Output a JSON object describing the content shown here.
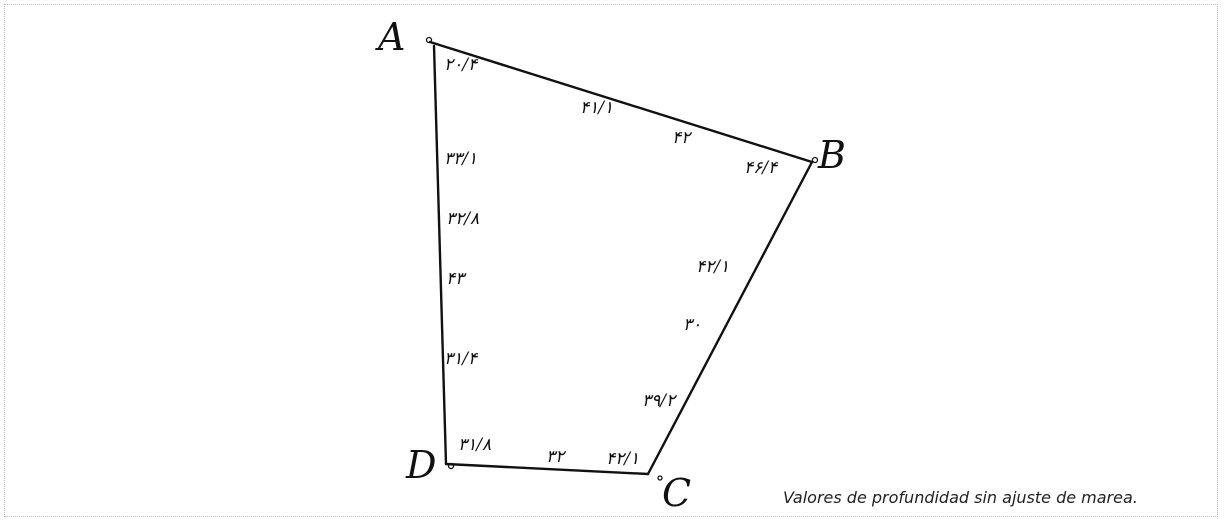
{
  "vertices": {
    "a": "A",
    "b": "B",
    "c": "C",
    "d": "D"
  },
  "edge_ab": [
    "۲۰/۴",
    "۴۱/۱",
    "۴۲",
    "۴۶/۴"
  ],
  "edge_bc": [
    "۴۲/۱",
    "۳۰",
    "۳۹/۲",
    "۴۲/۱"
  ],
  "edge_cd": [
    "۳۲",
    "۳۱/۸"
  ],
  "edge_da": [
    "۳۱/۴",
    "۴۳",
    "۳۲/۸",
    "۳۳/۱"
  ],
  "caption": "Valores de profundidad sin ajuste de marea."
}
